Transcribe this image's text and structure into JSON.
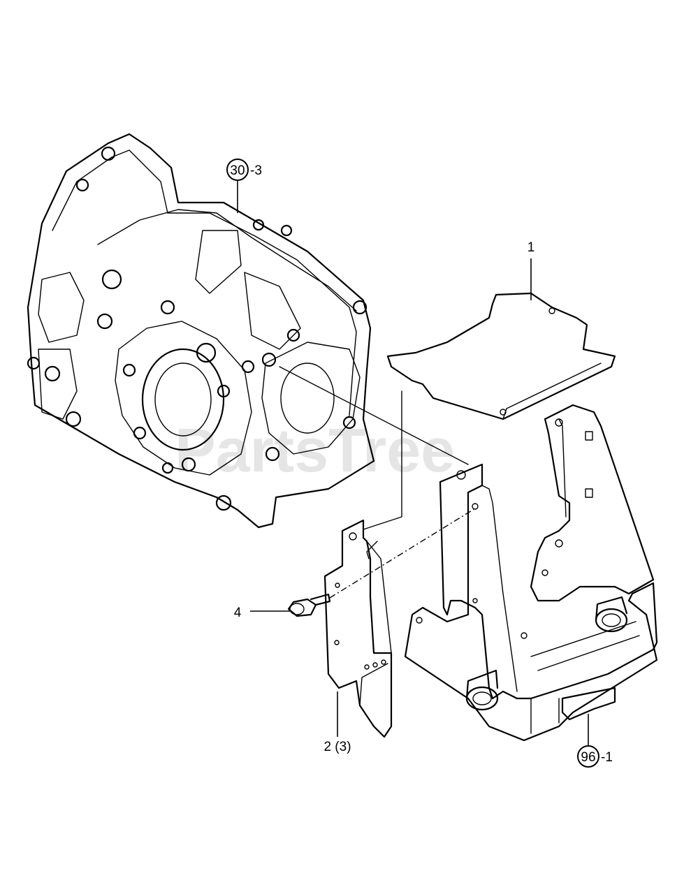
{
  "watermark": "PartsTree",
  "callouts": [
    {
      "id": "30",
      "suffix": "-3"
    },
    {
      "id": "1"
    },
    {
      "id": "4"
    },
    {
      "id": "2 (3)"
    },
    {
      "id": "96",
      "suffix": "-1"
    }
  ]
}
